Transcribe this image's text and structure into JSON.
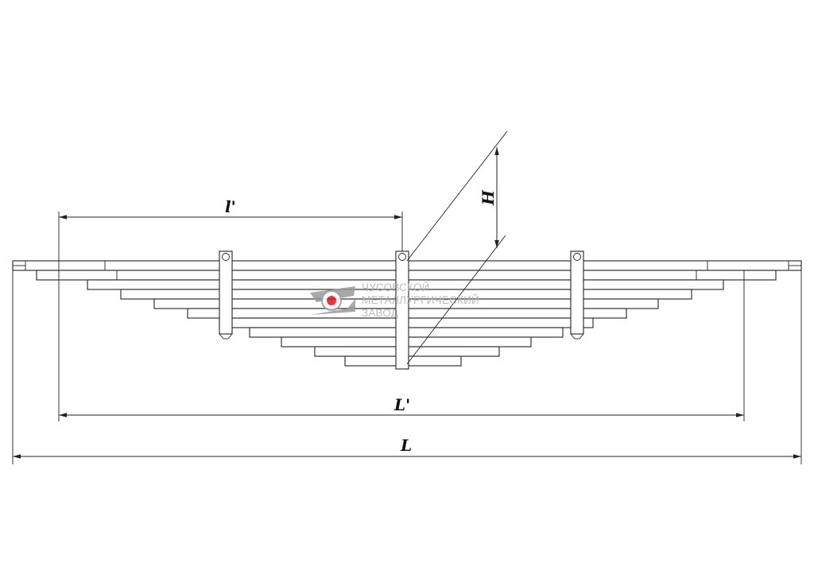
{
  "diagram": {
    "labels": {
      "short_length": "l'",
      "height": "H",
      "inner_length": "L'",
      "total_length": "L"
    },
    "watermark": {
      "line1": "ЧУСОВСКОЙ",
      "line2": "МЕТАЛЛУРГИЧЕСКИЙ",
      "line3": "ЗАВОД",
      "logo_accent_color": "#e8141c",
      "logo_gray_color": "#8f8f8f"
    },
    "leaf_count": 11,
    "clamp_count": 3
  }
}
